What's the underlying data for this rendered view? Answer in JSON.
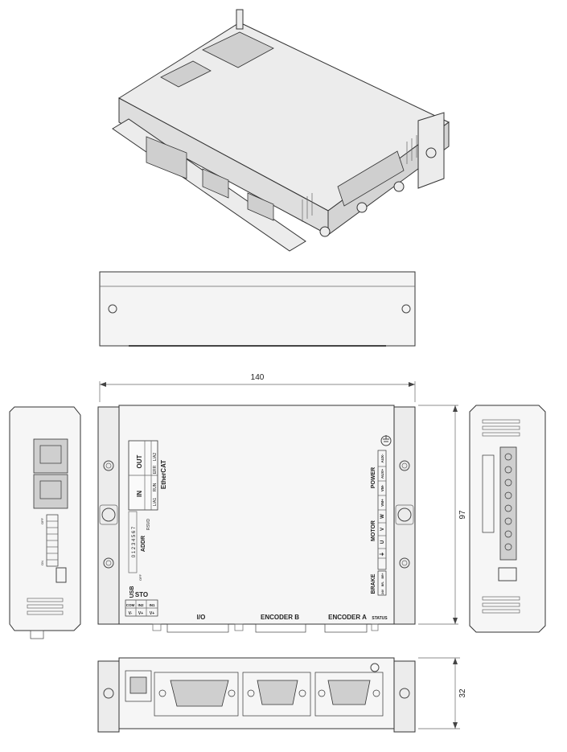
{
  "dimensions": {
    "width": "140",
    "height": "97",
    "depth": "32"
  },
  "labels": {
    "usb": "USB",
    "in": "IN",
    "out": "OUT",
    "ethercat": "EtherCAT",
    "link_act": "L/A1",
    "run": "RUN",
    "link_act_out": "L/A2",
    "err": "ERR",
    "addr": "ADDR",
    "addr_digits": [
      "0",
      "1",
      "2",
      "3",
      "4",
      "5",
      "6",
      "7"
    ],
    "rsvd": "RSVD",
    "sto": "STO",
    "sto_pins_top": [
      "COM",
      "IN2",
      "IN1"
    ],
    "sto_pins_bottom": [
      "V-",
      "V+",
      "V+"
    ],
    "io": "I/O",
    "encoder_b": "ENCODER B",
    "encoder_a": "ENCODER A",
    "status": "STATUS",
    "brake": "BRAKE",
    "brake_pins": [
      "24V",
      "BR-",
      "BR+"
    ],
    "motor": "MOTOR",
    "motor_pins": [
      "⏚",
      "U",
      "V",
      "W"
    ],
    "power": "POWER",
    "power_pins": [
      "VM+",
      "VM-",
      "AUX+",
      "AUX-"
    ],
    "on": "ON",
    "off": "OFF"
  },
  "colors": {
    "line": "#333333",
    "fill": "#ececec",
    "shade": "#cfcfcf"
  }
}
